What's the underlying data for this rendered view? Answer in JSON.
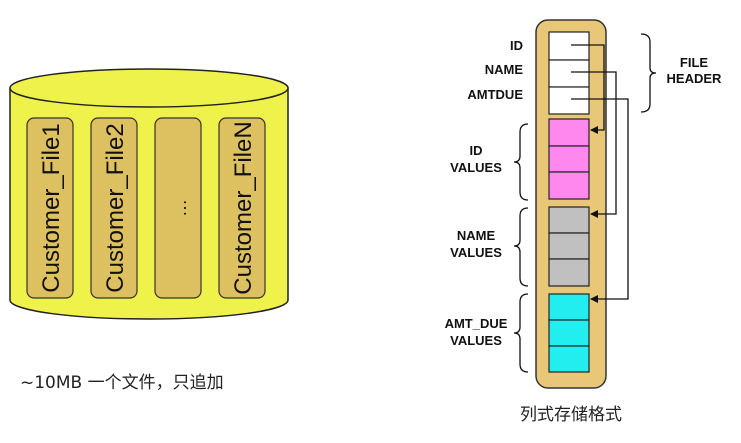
{
  "left": {
    "files": [
      "Customer_File1",
      "Customer_File2",
      "…",
      "Customer_FileN"
    ],
    "caption": "~10MB 一个文件，只追加"
  },
  "right": {
    "header_fields": [
      "ID",
      "NAME",
      "AMTDUE"
    ],
    "file_header_label": [
      "FILE",
      "HEADER"
    ],
    "groups": [
      {
        "label": [
          "ID",
          "VALUES"
        ],
        "color": "#ff88ee"
      },
      {
        "label": [
          "NAME",
          "VALUES"
        ],
        "color": "#c0c0c0"
      },
      {
        "label": [
          "AMT_DUE",
          "VALUES"
        ],
        "color": "#22eef0"
      }
    ],
    "caption": "列式存储格式"
  },
  "colors": {
    "cylinder": "#eef24a",
    "file_box": "#ddc060",
    "column_container": "#e8c878"
  }
}
